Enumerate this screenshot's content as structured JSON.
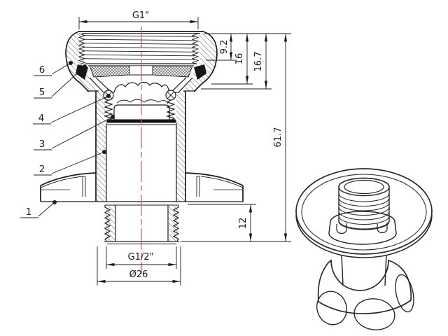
{
  "drawing": {
    "background": "#ffffff",
    "colors": {
      "line": "#1b1b1b",
      "centerline": "#c2605c",
      "hatch": "#444444"
    },
    "dimensions": {
      "top_thread": "G1\"",
      "thread_depth": "9.2",
      "nut_mid_height": "16",
      "nut_total_height": "16.7",
      "overall_height": "61.7",
      "stem_height": "12",
      "bottom_thread": "G1/2\"",
      "bottom_diameter": "Ø26"
    },
    "part_labels": [
      "1",
      "2",
      "3",
      "4",
      "5",
      "6"
    ]
  }
}
